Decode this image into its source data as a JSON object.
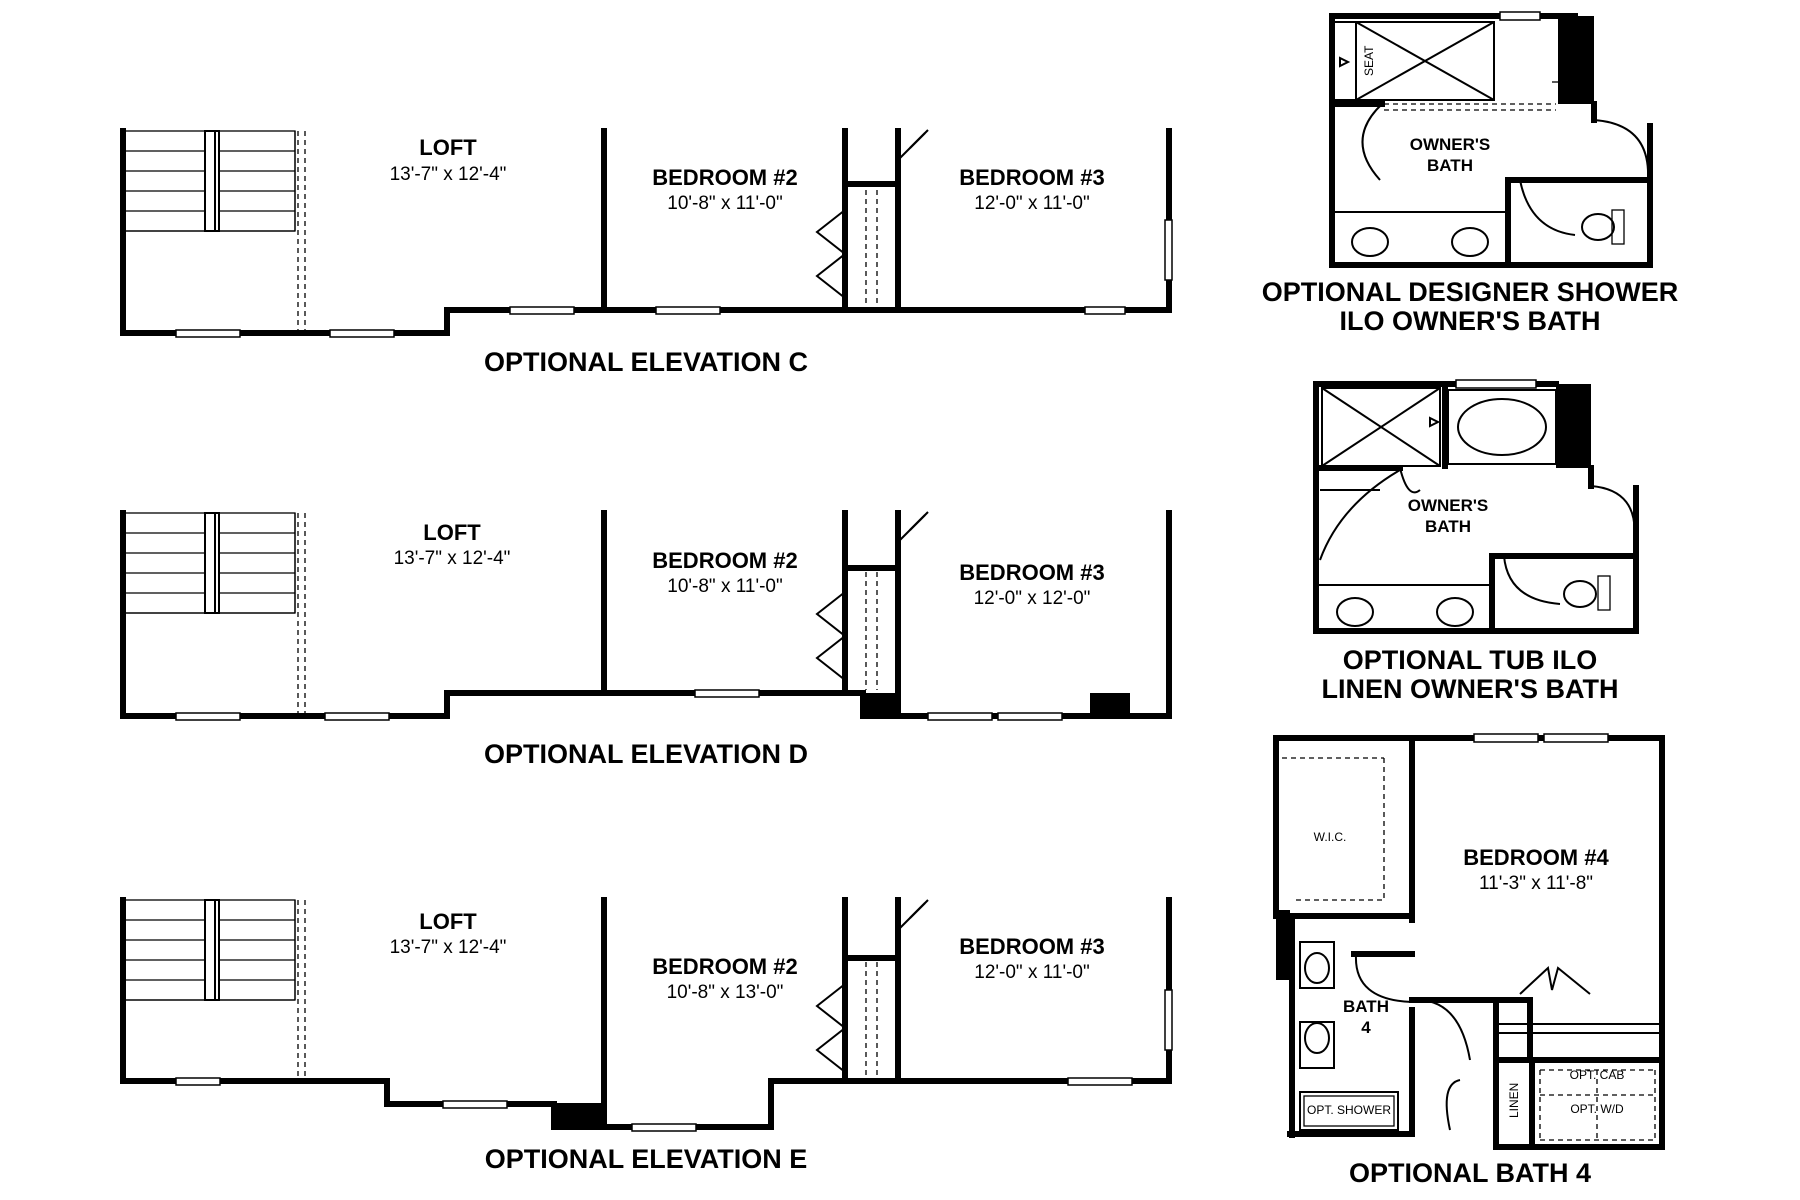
{
  "elevation_c": {
    "caption": "OPTIONAL ELEVATION C",
    "loft": {
      "name": "LOFT",
      "dim": "13'-7\" x 12'-4\""
    },
    "bedroom2": {
      "name": "BEDROOM #2",
      "dim": "10'-8\" x 11'-0\""
    },
    "bedroom3": {
      "name": "BEDROOM #3",
      "dim": "12'-0\" x 11'-0\""
    }
  },
  "elevation_d": {
    "caption": "OPTIONAL ELEVATION D",
    "loft": {
      "name": "LOFT",
      "dim": "13'-7\" x 12'-4\""
    },
    "bedroom2": {
      "name": "BEDROOM #2",
      "dim": "10'-8\" x 11'-0\""
    },
    "bedroom3": {
      "name": "BEDROOM #3",
      "dim": "12'-0\" x 12'-0\""
    }
  },
  "elevation_e": {
    "caption": "OPTIONAL ELEVATION E",
    "loft": {
      "name": "LOFT",
      "dim": "13'-7\" x 12'-4\""
    },
    "bedroom2": {
      "name": "BEDROOM #2",
      "dim": "10'-8\" x 13'-0\""
    },
    "bedroom3": {
      "name": "BEDROOM #3",
      "dim": "12'-0\" x 11'-0\""
    }
  },
  "designer_shower": {
    "caption_line1": "OPTIONAL DESIGNER SHOWER",
    "caption_line2": "ILO OWNER'S BATH",
    "room_line1": "OWNER'S",
    "room_line2": "BATH",
    "seat": "SEAT"
  },
  "tub_linen": {
    "caption_line1": "OPTIONAL TUB ILO",
    "caption_line2": "LINEN OWNER'S BATH",
    "room_line1": "OWNER'S",
    "room_line2": "BATH"
  },
  "bath4": {
    "caption": "OPTIONAL BATH 4",
    "bedroom4": {
      "name": "BEDROOM #4",
      "dim": "11'-3\" x 11'-8\""
    },
    "wic": "W.I.C.",
    "bath_line1": "BATH",
    "bath_line2": "4",
    "opt_shower": "OPT. SHOWER",
    "linen": "LINEN",
    "opt_cab": "OPT. CAB",
    "opt_wd": "OPT. W/D"
  }
}
